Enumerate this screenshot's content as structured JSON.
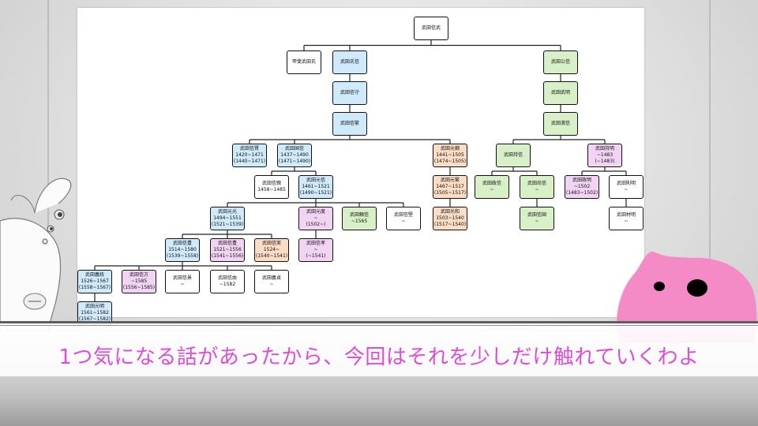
{
  "subtitle": "1つ気になる話があったから、今回はそれを少しだけ触れていくわよ",
  "colors": {
    "blue": "#cfeafa",
    "green": "#d8f0c8",
    "pink": "#f3d3f3",
    "orange": "#fbdcc4",
    "white": "#ffffff",
    "subtitle": "#e04ad9"
  },
  "tree": {
    "nodes": {
      "root": {
        "lines": [
          "武田信武"
        ]
      },
      "kai": {
        "lines": [
          "甲斐武田氏"
        ]
      },
      "ujinobu": {
        "lines": [
          "武田氏信"
        ]
      },
      "kiminobu": {
        "lines": [
          "武田公信"
        ]
      },
      "nobumori": {
        "lines": [
          "武田信守"
        ]
      },
      "takeaki": {
        "lines": [
          "武田武明"
        ]
      },
      "nobushige": {
        "lines": [
          "武田信繁"
        ]
      },
      "mitsunobu": {
        "lines": [
          "武田満信"
        ]
      },
      "nobukata": {
        "lines": [
          "武田信賢",
          "1420~1471",
          "(1440~1471)"
        ]
      },
      "kuninobu": {
        "lines": [
          "武田国信",
          "1437~1490",
          "(1471~1490)"
        ]
      },
      "motostuna": {
        "lines": [
          "武田元綱",
          "1441~1505",
          "(1474~1505)"
        ]
      },
      "mochinobu": {
        "lines": [
          "武田持信"
        ]
      },
      "mochiaki": {
        "lines": [
          "武田持明",
          "~1483",
          "(~1483)"
        ]
      },
      "nobuchika": {
        "lines": [
          "武田信親",
          "1458~1485"
        ]
      },
      "motonobu": {
        "lines": [
          "武田元信",
          "1461~1521",
          "(1490~1521)"
        ]
      },
      "motoshige": {
        "lines": [
          "武田元繁",
          "1467~1517",
          "(1505~1517)"
        ]
      },
      "masanobu": {
        "lines": [
          "武田政信",
          "~"
        ]
      },
      "hisanobu": {
        "lines": [
          "武田尚信",
          "~"
        ]
      },
      "masaaki": {
        "lines": [
          "武田政明",
          "~1502",
          "(1483~1502)"
        ]
      },
      "noriaki": {
        "lines": [
          "武田則明",
          "~"
        ]
      },
      "motomitsu": {
        "lines": [
          "武田元光",
          "1494~1551",
          "(1521~1539)"
        ]
      },
      "motonori": {
        "lines": [
          "武田元度",
          "~",
          "(1502~)"
        ]
      },
      "yorinobu": {
        "lines": [
          "武田頼信",
          "~1565"
        ]
      },
      "nobukata2": {
        "lines": [
          "武田信堅",
          "~"
        ]
      },
      "mitsukazu": {
        "lines": [
          "武田光和",
          "1503~1540",
          "(1517~1540)"
        ]
      },
      "nobukuni": {
        "lines": [
          "武田信国",
          "~"
        ]
      },
      "zaiaki": {
        "lines": [
          "武田材明",
          "~"
        ]
      },
      "nobutoyo": {
        "lines": [
          "武田信豊",
          "1514~1580",
          "(1539~1558)"
        ]
      },
      "nobutoyo2": {
        "lines": [
          "武田信豊",
          "1521~1556",
          "(1541~1556)"
        ]
      },
      "nobuzane": {
        "lines": [
          "武田信実",
          "1524~",
          "(1540~1541)"
        ]
      },
      "nobutaka": {
        "lines": [
          "武田信孝",
          "~",
          "(~1541)"
        ]
      },
      "yoshizumi": {
        "lines": [
          "武田義統",
          "1526~1567",
          "(1558~1567)"
        ]
      },
      "nobukata3": {
        "lines": [
          "武田信方",
          "~1585",
          "(1556~1585)"
        ]
      },
      "nobukage": {
        "lines": [
          "武田信景",
          "~"
        ]
      },
      "nobuyoshi": {
        "lines": [
          "武田信由",
          "~1582"
        ]
      },
      "yoshisada": {
        "lines": [
          "武田義貞",
          "~"
        ]
      },
      "motoaki": {
        "lines": [
          "武田元明",
          "1561~1582",
          "(1567~1582)"
        ]
      }
    }
  }
}
